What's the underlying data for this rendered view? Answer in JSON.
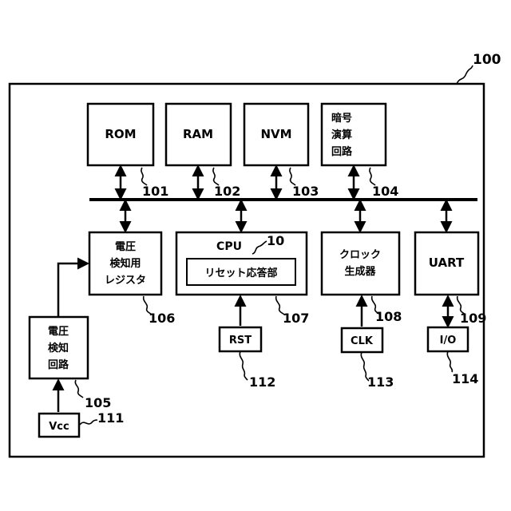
{
  "system_ref": "100",
  "blocks": {
    "rom": "ROM",
    "ram": "RAM",
    "nvm": "NVM",
    "crypto": [
      "暗号",
      "演算",
      "回路"
    ],
    "voltage_register": [
      "電圧",
      "検知用",
      "レジスタ"
    ],
    "cpu": "CPU",
    "reset_unit": "リセット応答部",
    "clock_gen": [
      "クロック",
      "生成器"
    ],
    "uart": "UART",
    "voltage_detector": [
      "電圧",
      "検知",
      "回路"
    ],
    "rst": "RST",
    "clk": "CLK",
    "io": "I/O",
    "vcc": "Vcc"
  },
  "refs": {
    "rom": "101",
    "ram": "102",
    "nvm": "103",
    "crypto": "104",
    "voltage_detector": "105",
    "voltage_register": "106",
    "cpu": "107",
    "clock_gen": "108",
    "uart": "109",
    "reset_unit": "10",
    "vcc": "111",
    "rst": "112",
    "clk": "113",
    "io": "114"
  }
}
